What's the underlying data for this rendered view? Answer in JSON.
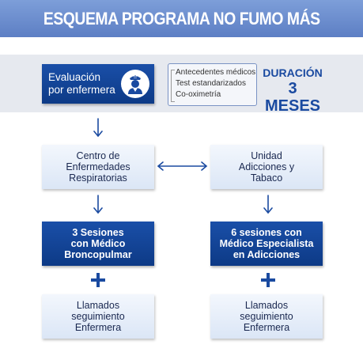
{
  "title": "ESQUEMA PROGRAMA NO FUMO MÁS",
  "evaluation": {
    "line1": "Evaluación",
    "line2": "por enfermera"
  },
  "info": {
    "items": [
      "Antecedentes médicos",
      "Test estandarizados",
      "Co-oximetría"
    ]
  },
  "duration": {
    "line1": "DURACIÓN",
    "line2": "3 MESES"
  },
  "left_column": {
    "center": [
      "Centro de",
      "Enfermedades",
      "Respiratorias"
    ],
    "sessions": [
      "3 Sesiones",
      "con Médico",
      "Broncopulmar"
    ],
    "calls": [
      "Llamados",
      "seguimiento",
      "Enfermera"
    ]
  },
  "right_column": {
    "center": [
      "Unidad",
      "Adicciones y",
      "Tabaco"
    ],
    "sessions": [
      "6 sesiones con",
      "Médico Especialista",
      "en Adicciones"
    ],
    "calls": [
      "Llamados",
      "seguimiento",
      "Enfermera"
    ]
  },
  "colors": {
    "title_bar": "#6a8bcf",
    "dark_box": "#0f3f8f",
    "light_box": "#e4ecf8",
    "accent_text": "#1a4aa0",
    "connector": "#1a4aa0"
  }
}
